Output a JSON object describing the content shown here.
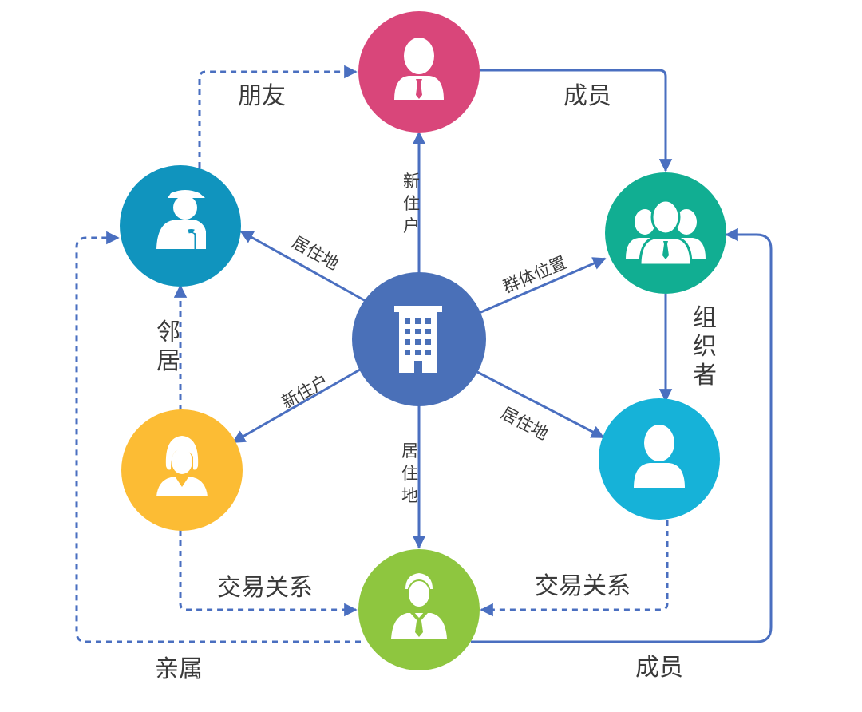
{
  "diagram": {
    "nodes": [
      {
        "id": "friend",
        "icon": "person-tie-icon",
        "color": "#d9467a"
      },
      {
        "id": "elder",
        "icon": "elderly-person-cane-icon",
        "color": "#1094be"
      },
      {
        "id": "group",
        "icon": "group-people-icon",
        "color": "#11ae92"
      },
      {
        "id": "building",
        "icon": "building-icon",
        "color": "#4a70b8"
      },
      {
        "id": "woman",
        "icon": "woman-icon",
        "color": "#fcbc34"
      },
      {
        "id": "person",
        "icon": "person-icon",
        "color": "#16b2d8"
      },
      {
        "id": "businessman",
        "icon": "businessman-icon",
        "color": "#8ec63f"
      }
    ],
    "labels": {
      "friend": "朋友",
      "member_top": "成员",
      "new_resident_vertical": "新住户",
      "residence_left": "居住地",
      "group_location": "群体位置",
      "organizer": "组织者",
      "neighbor": "邻居",
      "new_resident_left": "新住户",
      "residence_right": "居住地",
      "residence_vertical": "居住地",
      "trade_left": "交易关系",
      "trade_right": "交易关系",
      "relatives": "亲属",
      "member_bottom": "成员"
    },
    "edge_color": "#4a6fc0"
  }
}
